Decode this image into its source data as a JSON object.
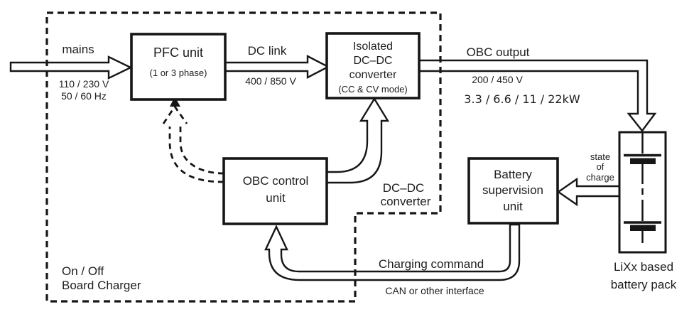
{
  "colors": {
    "ink": "#161616",
    "text": "#1e1e1e",
    "background": "#ffffff"
  },
  "blocks": {
    "pfc_unit": {
      "title": "PFC unit",
      "subtitle": "(1 or 3 phase)"
    },
    "isolated_converter": {
      "line1": "Isolated",
      "line2": "DC–DC",
      "line3": "converter",
      "subtitle": "(CC & CV mode)"
    },
    "obc_control": {
      "line1": "OBC control",
      "line2": "unit"
    },
    "battery_supervision": {
      "line1": "Battery",
      "line2": "supervision",
      "line3": "unit"
    },
    "battery_pack": {
      "caption1": "LiXx based",
      "caption2": "battery pack"
    }
  },
  "flows": {
    "mains": {
      "label": "mains",
      "detail1": "110 / 230 V",
      "detail2": "50 / 60 Hz"
    },
    "dc_link": {
      "label": "DC link",
      "detail1": "400 / 850 V"
    },
    "obc_output": {
      "label": "OBC output",
      "detail1": "200 / 450 V",
      "detail2": "3.3 / 6.6 / 11 / 22kW"
    },
    "state_of_charge": {
      "line1": "state",
      "line2": "of",
      "line3": "charge"
    },
    "charging_command": {
      "label": "Charging command",
      "detail": "CAN or other interface"
    },
    "dcdc_feedback": {
      "line1": "DC–DC",
      "line2": "converter"
    }
  },
  "boundary": {
    "line1": "On / Off",
    "line2": "Board Charger"
  }
}
